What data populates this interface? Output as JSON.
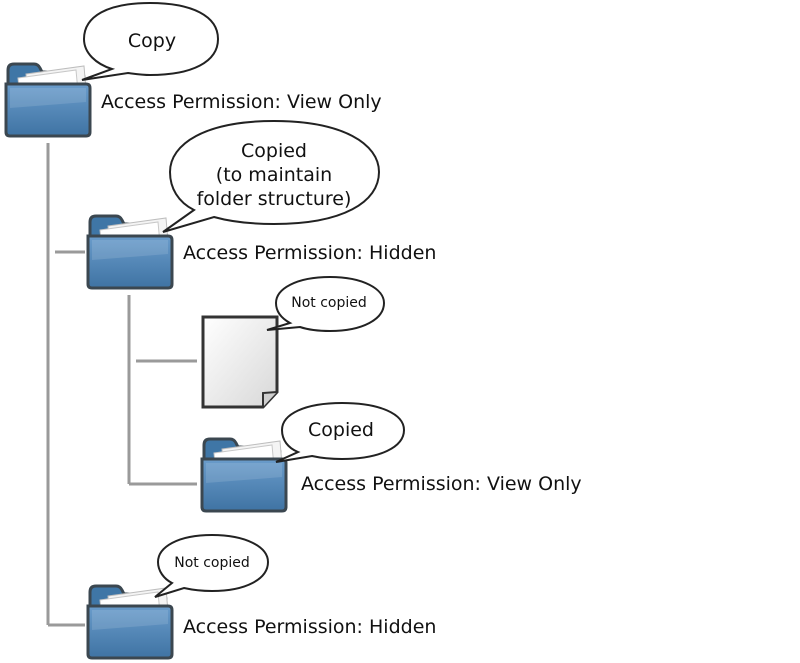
{
  "colors": {
    "folder_front": "#4f86b8",
    "folder_back": "#3f76a6",
    "folder_outline": "#3b4750",
    "connector": "#9a9a9a",
    "bubble_outline": "#222222"
  },
  "nodes": [
    {
      "id": "root",
      "icon": "folder-icon",
      "label": "Access Permission: View Only",
      "bubble": [
        "Copy"
      ]
    },
    {
      "id": "child-hidden",
      "icon": "folder-icon",
      "label": "Access Permission: Hidden",
      "bubble": [
        "Copied",
        "(to maintain",
        "folder structure)"
      ]
    },
    {
      "id": "file",
      "icon": "document-icon",
      "label": "",
      "bubble": [
        "Not copied"
      ]
    },
    {
      "id": "grandchild-viewonly",
      "icon": "folder-icon",
      "label": "Access Permission: View Only",
      "bubble": [
        "Copied"
      ]
    },
    {
      "id": "child-hidden-2",
      "icon": "folder-icon",
      "label": "Access Permission: Hidden",
      "bubble": [
        "Not copied"
      ]
    }
  ]
}
